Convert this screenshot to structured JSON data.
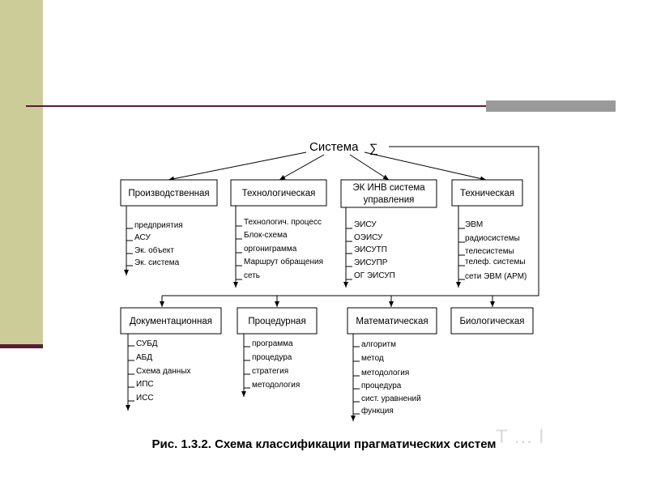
{
  "colors": {
    "side_band": "#cccc99",
    "accent_rule": "#5a1a3a",
    "corner_block": "#9a9a9a",
    "lines": "#000000"
  },
  "root": {
    "label": "Система",
    "symbol": "∑"
  },
  "top_row": [
    {
      "label": "Производственная",
      "items": [
        "предприятия",
        "АСУ",
        "Эк. объект",
        "Эк. система"
      ]
    },
    {
      "label": "Технологическая",
      "items": [
        "Технологич. процесс",
        "Блок-схема",
        "оргонигрaмма",
        "Маршрут обращения",
        "сеть"
      ]
    },
    {
      "label_lines": [
        "ЭК ИНВ система",
        "управления"
      ],
      "items": [
        "ЭИСУ",
        "ОЭИСУ",
        "ЭИСУТП",
        "ЭИСУПР",
        "ОГ ЭИСУП"
      ]
    },
    {
      "label": "Техническая",
      "items": [
        "ЭВМ",
        "радиосистемы",
        "телесистемы",
        "телеф. системы",
        "сети  ЭВМ (АРМ)"
      ]
    }
  ],
  "bottom_row": [
    {
      "label": "Документационная",
      "items": [
        "СУБД",
        "АБД",
        "Схема данных",
        "ИПС",
        "ИСС"
      ]
    },
    {
      "label": "Процедурная",
      "items": [
        "программа",
        "процедура",
        "стратегия",
        "методология"
      ]
    },
    {
      "label": "Математическая",
      "items": [
        "алгоритм",
        "метод",
        "методология",
        "процедура",
        "сист. уравнений",
        "функция"
      ]
    },
    {
      "label": "Биологическая",
      "items": []
    }
  ],
  "caption": "Рис. 1.3.2. Схема классификации прагматических систем",
  "watermark": "T ... l"
}
